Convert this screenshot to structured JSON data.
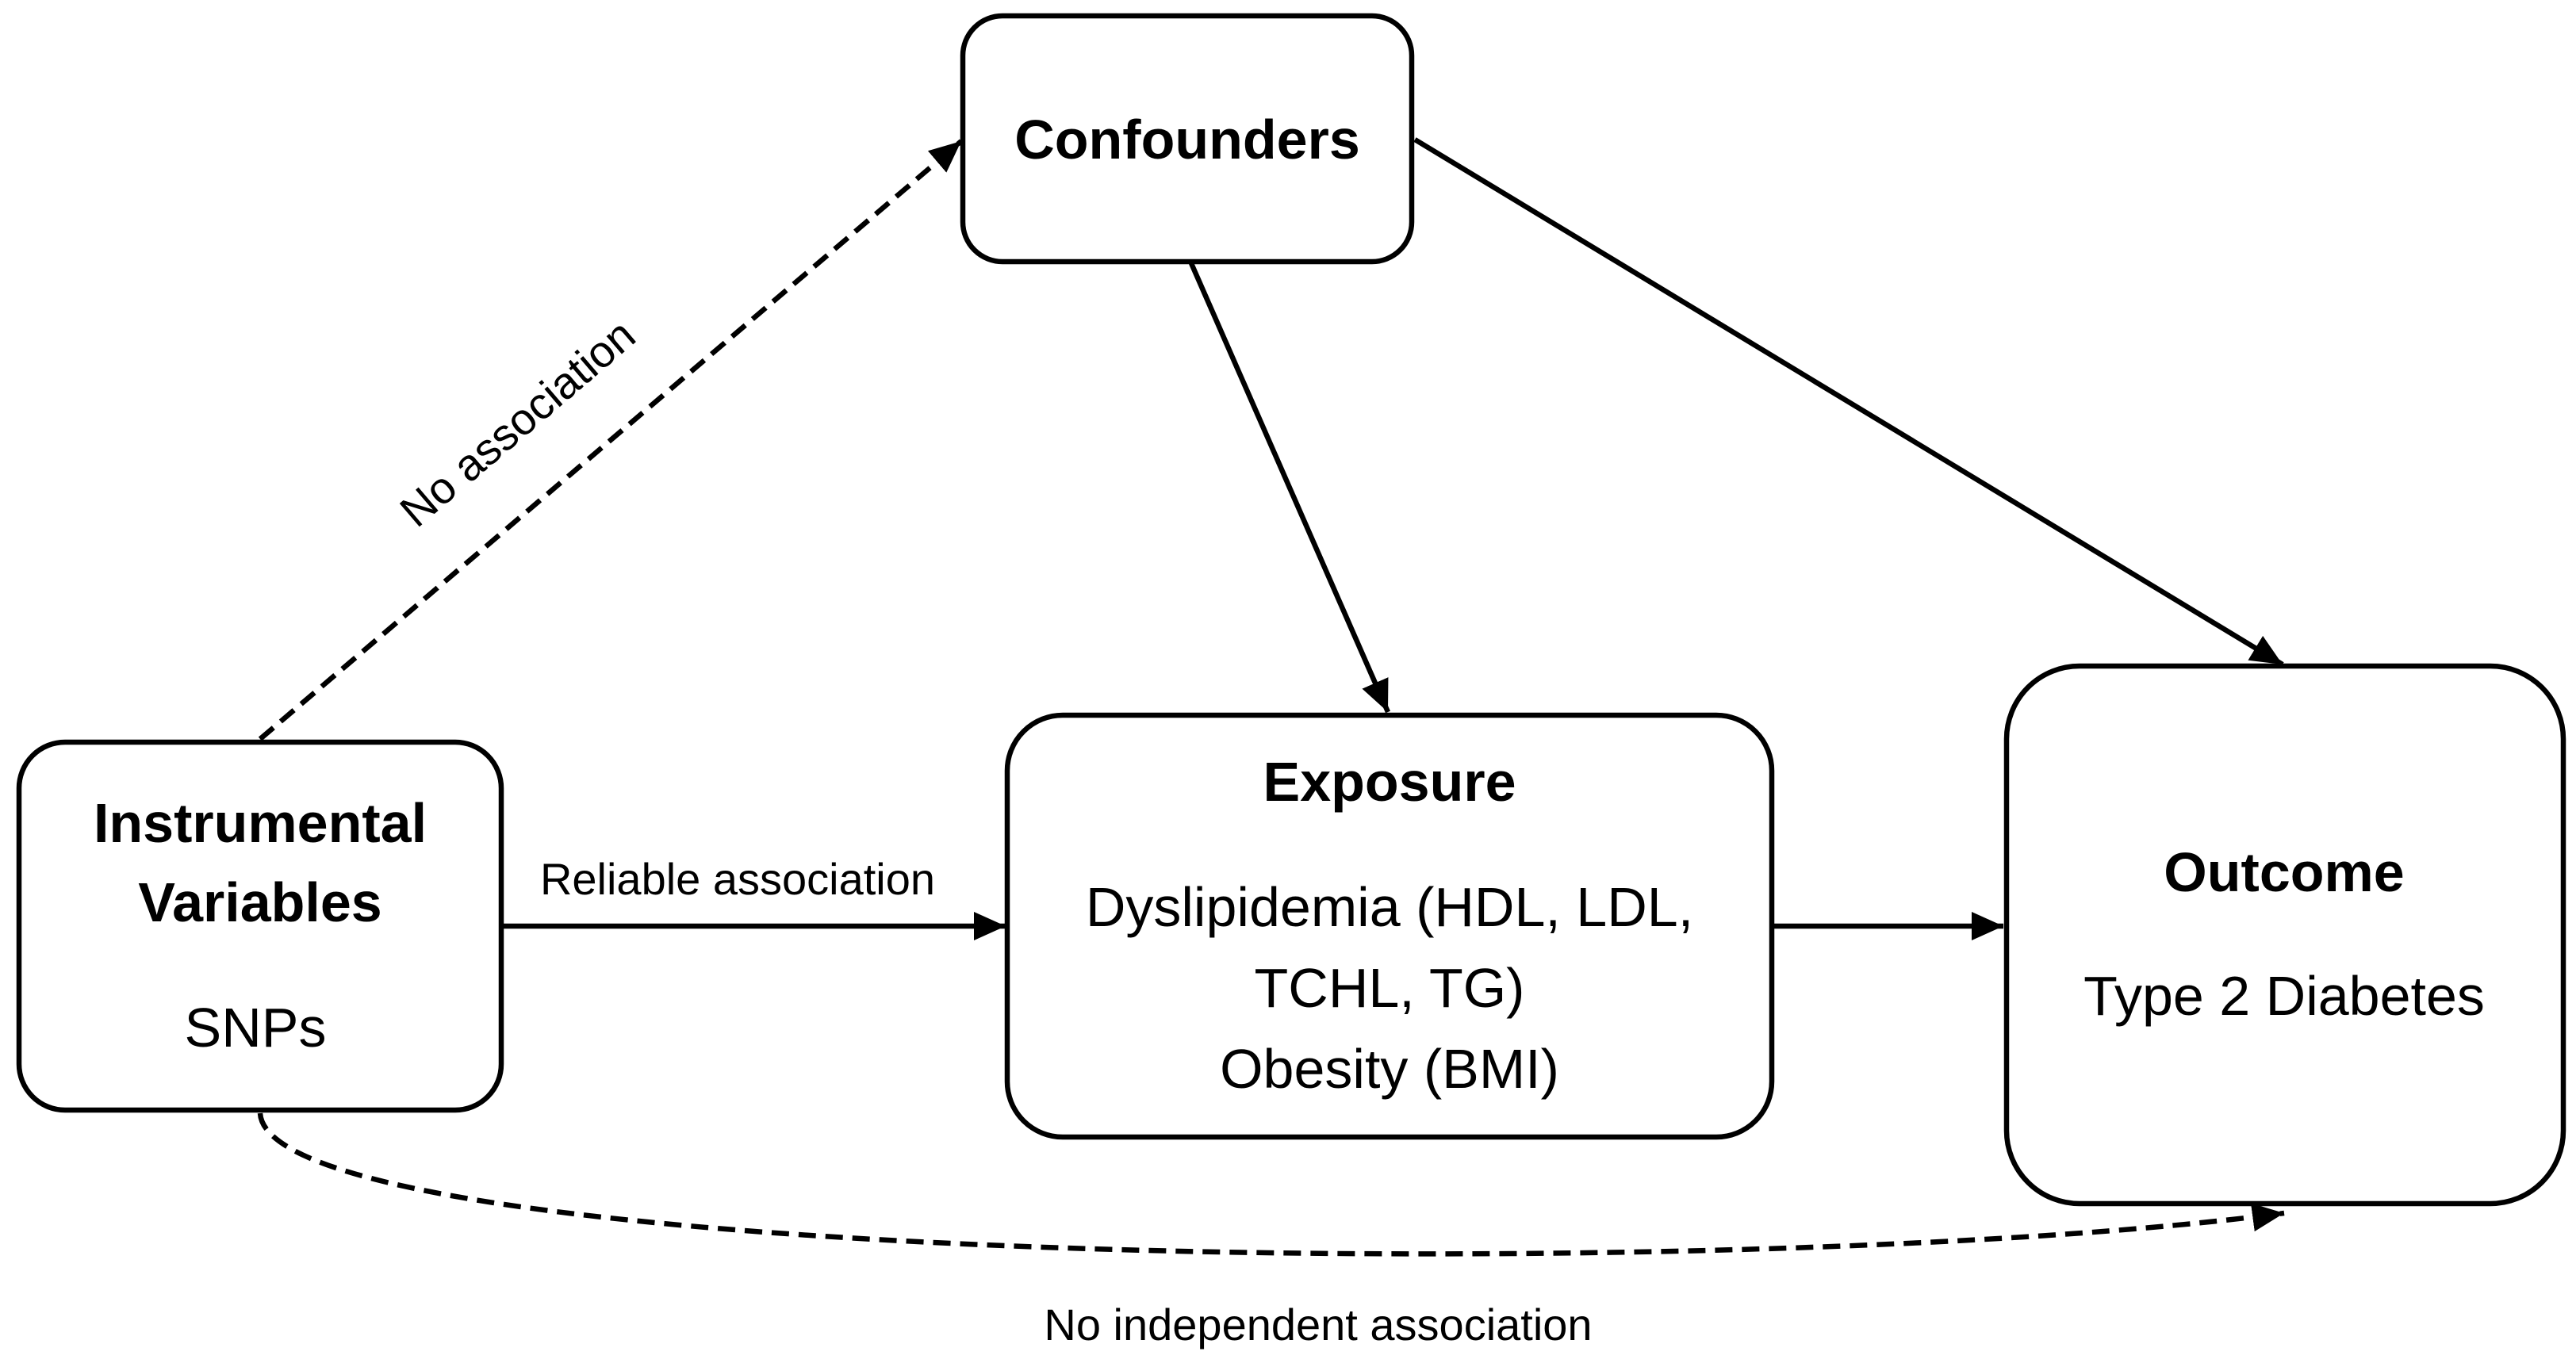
{
  "nodes": {
    "instrumental": {
      "title_line1": "Instrumental",
      "title_line2": "Variables",
      "detail": "SNPs"
    },
    "confounders": {
      "title": "Confounders"
    },
    "exposure": {
      "title": "Exposure",
      "detail_line1": "Dyslipidemia (HDL, LDL,",
      "detail_line2": "TCHL, TG)",
      "detail_line3": "Obesity (BMI)"
    },
    "outcome": {
      "title": "Outcome",
      "detail": "Type 2 Diabetes"
    }
  },
  "edges": {
    "iv_to_confounders": {
      "label": "No association",
      "style": "dashed"
    },
    "iv_to_exposure": {
      "label": "Reliable association",
      "style": "solid"
    },
    "iv_to_outcome": {
      "label": "No independent association",
      "style": "dashed"
    },
    "confounders_to_exposure": {
      "style": "solid"
    },
    "confounders_to_outcome": {
      "style": "solid"
    },
    "exposure_to_outcome": {
      "style": "solid"
    }
  },
  "colors": {
    "stroke": "#000000",
    "background": "#ffffff"
  }
}
